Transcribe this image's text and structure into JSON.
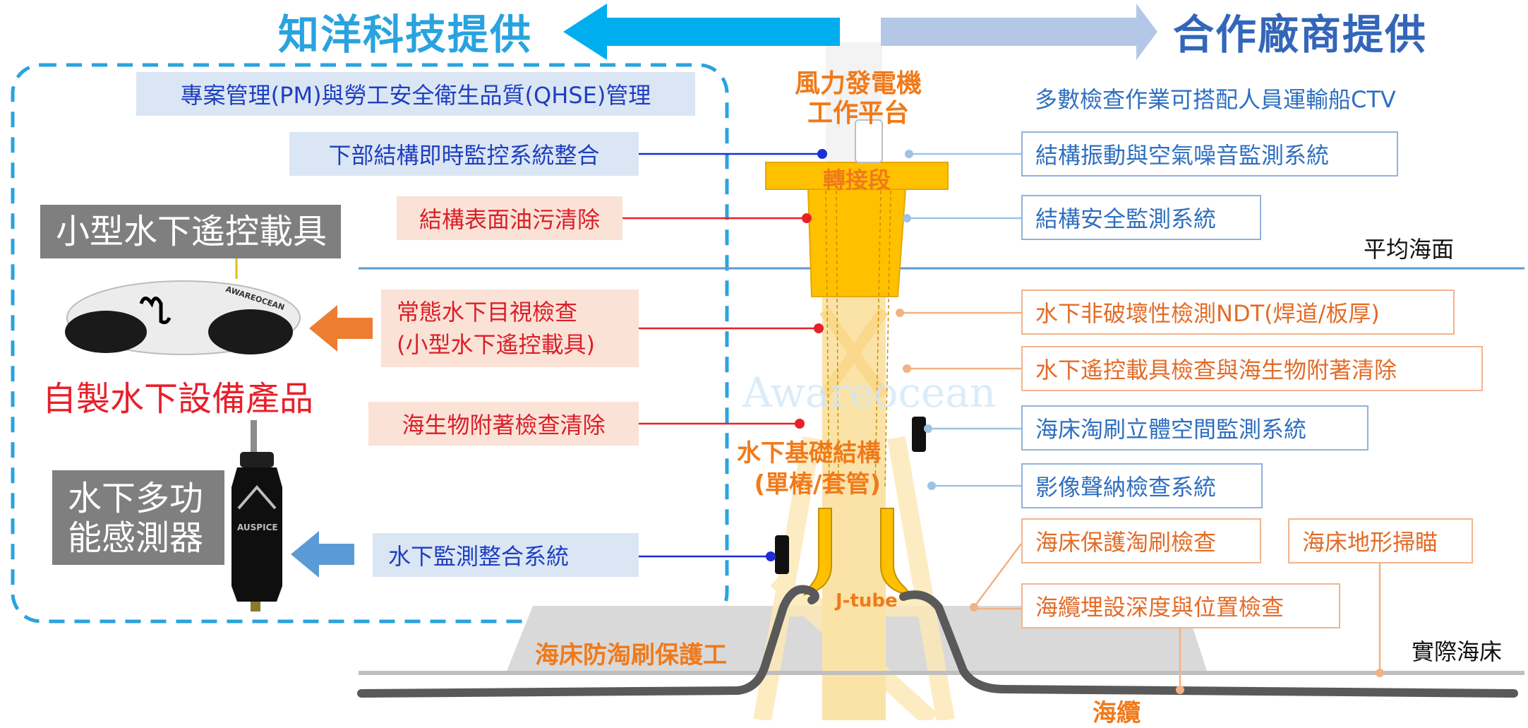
{
  "header": {
    "left_title": "知洋科技提供",
    "right_title": "合作廠商提供"
  },
  "left_panel": {
    "pm_label": "專案管理(PM)與勞工安全衛生品質(QHSE)管理",
    "items": [
      "下部結構即時監控系統整合",
      "結構表面油污清除",
      "常態水下目視檢查\n(小型水下遙控載具)",
      "海生物附著檢查清除",
      "水下監測整合系統"
    ],
    "rov_tag": "小型水下遙控載具",
    "rov_brand": "AWAREOCEAN",
    "product_label": "自製水下設備產品",
    "sensor_tag": "水下多功\n能感測器",
    "sensor_brand": "AUSPICE"
  },
  "structure": {
    "platform_label": "風力發電機\n工作平台",
    "transition_label": "轉接段",
    "foundation_label": "水下基礎結構\n(單樁/套管)",
    "jtube_label": "J-tube",
    "scour_protection_label": "海床防淘刷保護工",
    "cable_label": "海纜",
    "watermark": "Awareocean",
    "mean_sea_level": "平均海面",
    "seabed": "實際海床"
  },
  "right_panel": {
    "ctv_note": "多數檢查作業可搭配人員運輸船CTV",
    "blue_items": [
      "結構振動與空氣噪音監測系統",
      "結構安全監測系統",
      "海床淘刷立體空間監測系統",
      "影像聲納檢查系統"
    ],
    "orange_items": [
      "水下非破壞性檢測NDT(焊道/板厚)",
      "水下遙控載具檢查與海生物附著清除",
      "海床保護淘刷檢查",
      "海床地形掃瞄",
      "海纜埋設深度與位置檢查"
    ]
  },
  "colors": {
    "left_title": "#29a3df",
    "right_title": "#3366b8",
    "left_arrow": "#00aeef",
    "right_arrow": "#b4c7e7",
    "structure_yellow": "#ffc000",
    "blue_line": "#1a2fd6",
    "red_line": "#e8202a"
  }
}
